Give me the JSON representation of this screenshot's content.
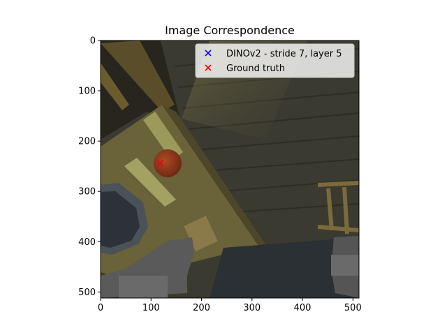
{
  "chart_data": {
    "type": "scatter",
    "title": "Image Correspondence",
    "xlabel": "",
    "ylabel": "",
    "xlim": [
      0,
      512
    ],
    "ylim": [
      512,
      0
    ],
    "xticks": [
      0,
      100,
      200,
      300,
      400,
      500
    ],
    "yticks": [
      0,
      100,
      200,
      300,
      400,
      500
    ],
    "grid": false,
    "legend_position": "top-right",
    "background": "photo of a dim wooden room viewed from above with a table, orange ball and chair",
    "series": [
      {
        "name": "DINOv2 - stride 7, layer 5",
        "marker": "x",
        "color": "#0000ff",
        "points": [
          {
            "x": 118,
            "y": 244
          }
        ]
      },
      {
        "name": "Ground truth",
        "marker": "x",
        "color": "#ff0000",
        "points": [
          {
            "x": 118,
            "y": 244
          }
        ]
      }
    ]
  }
}
